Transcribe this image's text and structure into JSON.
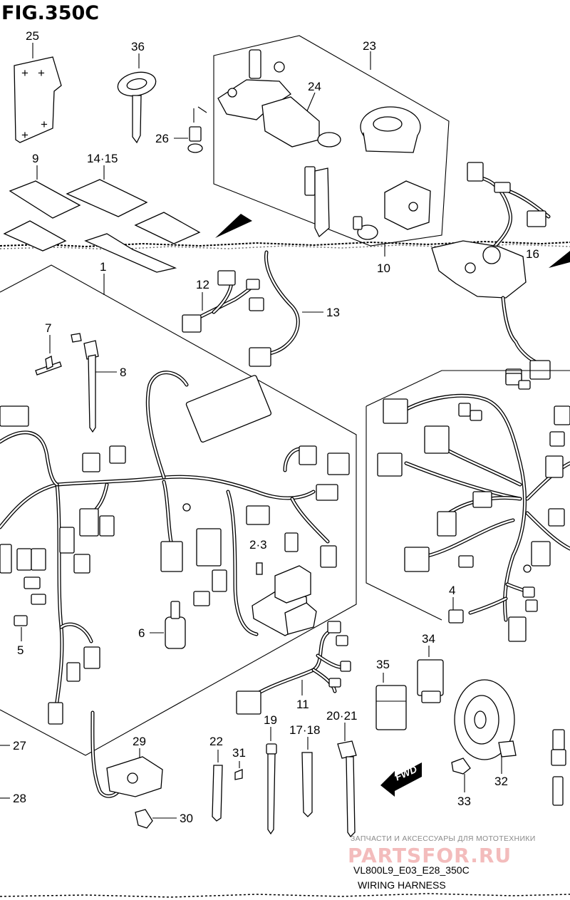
{
  "figure": {
    "title": "FIG.350C",
    "model_code": "VL800L9_E03_E28_350C",
    "caption": "WIRING HARNESS"
  },
  "watermark": {
    "line1": "ЗАПЧАСТИ И АКСЕССУАРЫ ДЛЯ МОТОТЕХНИКИ",
    "line2": "PARTSFOR.RU"
  },
  "direction_badge": "FWD",
  "callouts": {
    "c1": "1",
    "c23": "2·3",
    "c4": "4",
    "c5": "5",
    "c6": "6",
    "c7": "7",
    "c8": "8",
    "c9": "9",
    "c10": "10",
    "c11": "11",
    "c12": "12",
    "c13": "13",
    "c1415": "14·15",
    "c16": "16",
    "c1718": "17·18",
    "c19": "19",
    "c2021": "20·21",
    "c22": "22",
    "c23b": "23",
    "c24": "24",
    "c25": "25",
    "c26": "26",
    "c27": "27",
    "c28": "28",
    "c29": "29",
    "c30": "30",
    "c31": "31",
    "c32": "32",
    "c33": "33",
    "c34": "34",
    "c35": "35",
    "c36": "36"
  }
}
